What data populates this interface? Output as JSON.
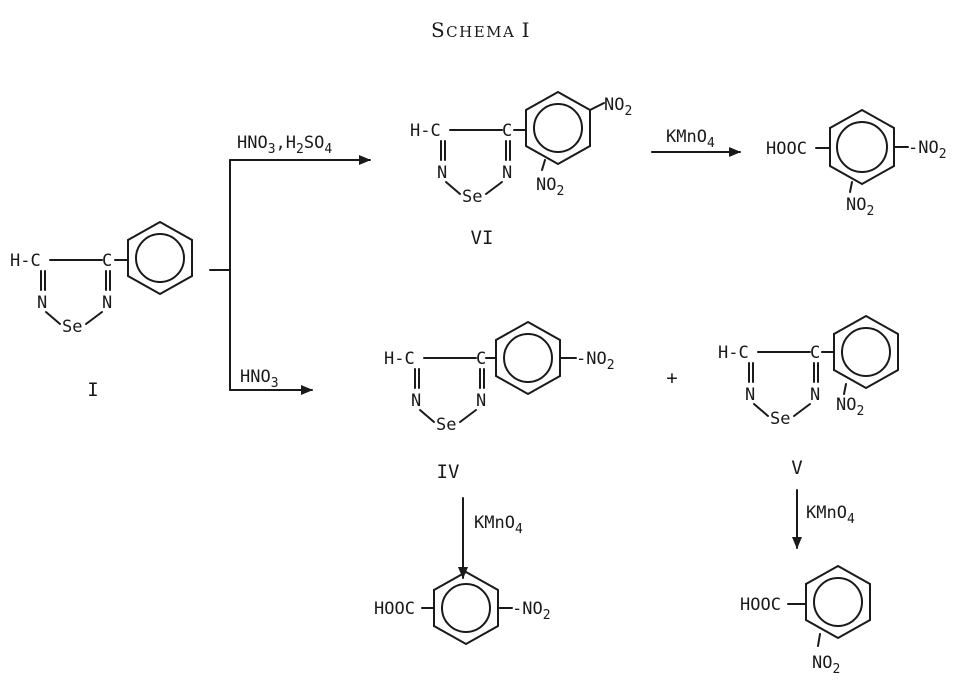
{
  "title": "Schema I",
  "atoms": {
    "H": "H",
    "C": "C",
    "N": "N",
    "Se": "Se",
    "HOOC": "HOOC",
    "NO2": "NO",
    "sub2": "2"
  },
  "compounds": {
    "start": "I",
    "dinitro": "VI",
    "para": "IV",
    "ortho": "V"
  },
  "reagents": {
    "mixed_acid": "HNO3, H2SO4",
    "nitric_acid": "HNO3",
    "oxidant": "KMnO4"
  },
  "plus": "+"
}
